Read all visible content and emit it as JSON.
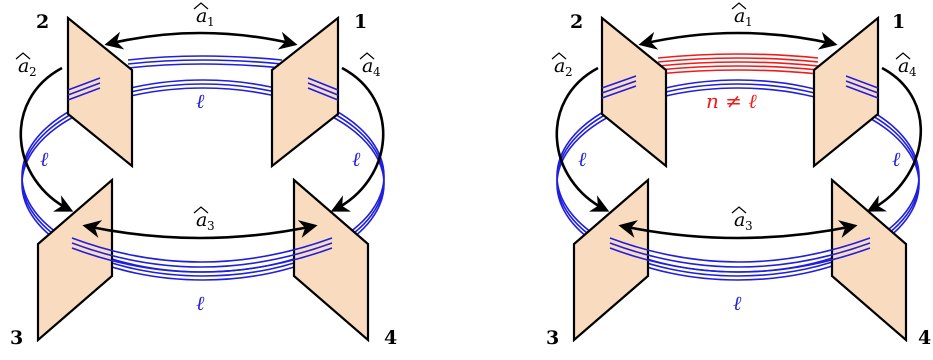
{
  "colors": {
    "plane_fill": "#f9dcbf",
    "plane_stroke": "#000000",
    "blue_line": "#1f1fdc",
    "red_line": "#ee1c1c",
    "arrow": "#000000"
  },
  "left_panel": {
    "vertex_labels": [
      "2",
      "1",
      "3",
      "4"
    ],
    "operators": {
      "a1": {
        "base": "a",
        "sub": "1"
      },
      "a2": {
        "base": "a",
        "sub": "2"
      },
      "a3": {
        "base": "a",
        "sub": "3"
      },
      "a4": {
        "base": "a",
        "sub": "4"
      }
    },
    "ell_top": "ℓ",
    "ell_left": "ℓ",
    "ell_right": "ℓ",
    "ell_bottom": "ℓ"
  },
  "right_panel": {
    "vertex_labels": [
      "2",
      "1",
      "3",
      "4"
    ],
    "operators": {
      "a1": {
        "base": "a",
        "sub": "1"
      },
      "a2": {
        "base": "a",
        "sub": "2"
      },
      "a3": {
        "base": "a",
        "sub": "3"
      },
      "a4": {
        "base": "a",
        "sub": "4"
      }
    },
    "top_label": "n ≠ ℓ",
    "ell_left": "ℓ",
    "ell_right": "ℓ",
    "ell_bottom": "ℓ"
  }
}
